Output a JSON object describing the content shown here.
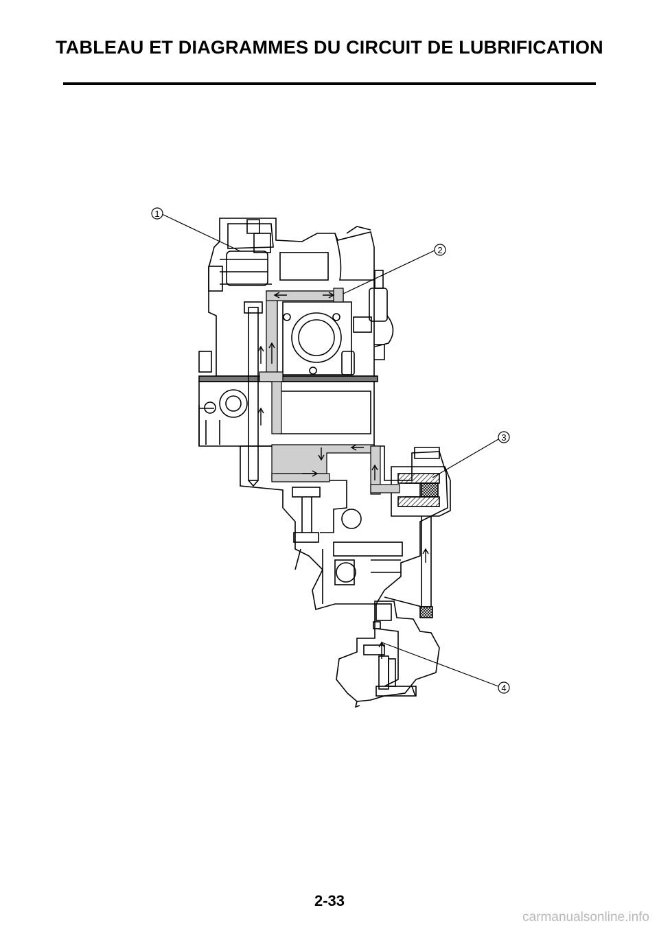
{
  "header": {
    "title": "TABLEAU ET DIAGRAMMES DU CIRCUIT DE LUBRIFICATION"
  },
  "figure": {
    "callouts": [
      {
        "number": "1"
      },
      {
        "number": "2"
      },
      {
        "number": "3"
      },
      {
        "number": "4"
      }
    ]
  },
  "footer": {
    "page_number": "2-33",
    "watermark": "carmanualsonline.info"
  }
}
